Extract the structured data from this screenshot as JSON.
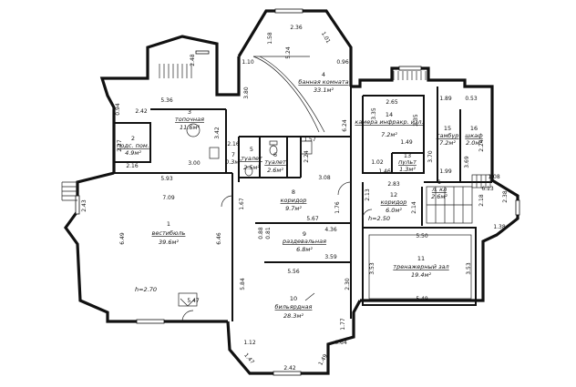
{
  "rooms": [
    {
      "num": "1",
      "name": "вестибюль",
      "area": "39.6м²"
    },
    {
      "num": "2",
      "name": "подс. пом.",
      "area": "4.9м²"
    },
    {
      "num": "3",
      "name": "топочная",
      "area": "11.6м²"
    },
    {
      "num": "4",
      "name": "банная комната",
      "area": "33.1м²"
    },
    {
      "num": "5",
      "name": "туалет",
      "area": "2.5м²"
    },
    {
      "num": "6",
      "name": "туалет",
      "area": "2.6м²"
    },
    {
      "num": "7",
      "name": "",
      "area": "0.3м²"
    },
    {
      "num": "8",
      "name": "коридор",
      "area": "9.7м²"
    },
    {
      "num": "9",
      "name": "раздевальная",
      "area": "6.8м²"
    },
    {
      "num": "10",
      "name": "бильярдная",
      "area": "28.3м²"
    },
    {
      "num": "11",
      "name": "тренажерный зал",
      "area": "19.4м²"
    },
    {
      "num": "12",
      "name": "коридор",
      "area": "6.0м²"
    },
    {
      "num": "13",
      "name": "пульт",
      "area": "1.3м²"
    },
    {
      "num": "14",
      "name": "камера инфракр. изл.",
      "area": "7.2м²"
    },
    {
      "num": "15",
      "name": "тамбур",
      "area": "7.2м²"
    },
    {
      "num": "16",
      "name": "шкаф",
      "area": "2.0м²"
    },
    {
      "num": "1",
      "name": "л. кл",
      "area": "2.6м²"
    }
  ],
  "heights": [
    "h=2.70",
    "h=2.50"
  ],
  "dimensions": {
    "d_236": "2.36",
    "d_158": "1.58",
    "d_524": "5.24",
    "d_101": "1.01",
    "d_110": "1.10",
    "d_096": "0.96",
    "d_380": "3.80",
    "d_248": "2.48",
    "d_536": "5.36",
    "d_094": "0.94",
    "d_242a": "2.42",
    "d_342": "3.42",
    "d_227": "2.27",
    "d_216": "2.16",
    "d_300": "3.00",
    "d_593": "5.93",
    "d_216b": "2.16",
    "d_157": "1.57",
    "d_224": "2.24",
    "d_308": "3.08",
    "d_265": "2.65",
    "d_335": "3.35",
    "d_235": "2.35",
    "d_149": "1.49",
    "d_102": "1.02",
    "d_146": "1.46",
    "d_189": "1.89",
    "d_053": "0.53",
    "d_370": "3.70",
    "d_369": "3.69",
    "d_199": "1.99",
    "d_224b": "2.24",
    "d_624": "6.24",
    "d_108": "1.08",
    "d_218": "2.18",
    "d_613": "6.13",
    "d_238": "2.38",
    "d_138": "1.38",
    "d_243": "2.43",
    "d_709": "7.09",
    "d_167": "1.67",
    "d_649": "6.49",
    "d_646": "6.46",
    "d_567": "5.67",
    "d_436": "4.36",
    "d_176": "1.76",
    "d_283": "2.83",
    "d_214": "2.14",
    "d_213": "2.13",
    "d_088": "0.88",
    "d_081": "0.81",
    "d_359": "3.59",
    "d_550": "5.50",
    "d_556": "5.56",
    "d_353a": "3.53",
    "d_353b": "3.53",
    "d_549": "5.49",
    "d_584": "5.84",
    "d_230": "2.30",
    "d_177": "1.77",
    "d_547": "5.47",
    "d_112": "1.12",
    "d_064": "0.64",
    "d_147": "1.47",
    "d_242b": "2.42",
    "d_149b": "1.49"
  }
}
